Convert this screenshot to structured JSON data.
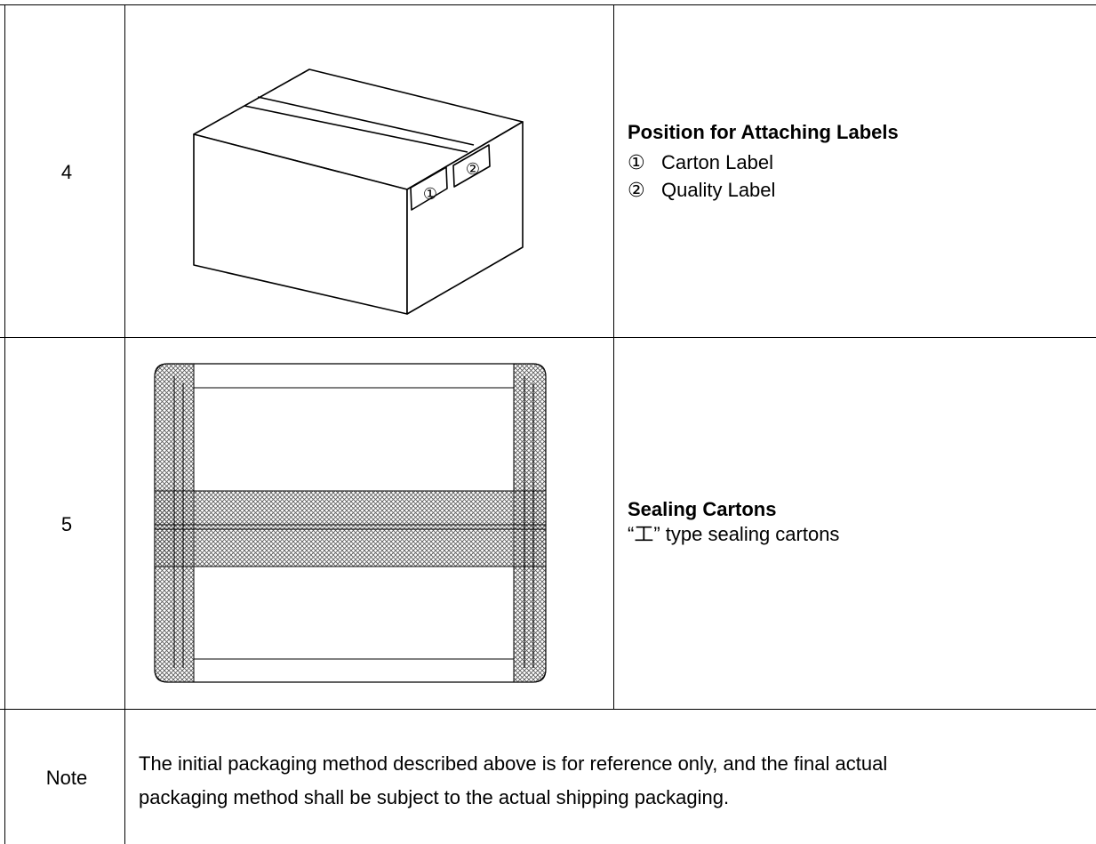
{
  "rows": [
    {
      "number": "4",
      "title": "Position for Attaching Labels",
      "items": [
        {
          "mark": "①",
          "label": "Carton Label"
        },
        {
          "mark": "②",
          "label": "Quality Label"
        }
      ],
      "figure_marks": [
        "①",
        "②"
      ]
    },
    {
      "number": "5",
      "title": "Sealing Cartons",
      "description": "“工” type sealing cartons"
    }
  ],
  "note": {
    "label": "Note",
    "text_line1": "The initial packaging method described above is for reference only, and the final actual",
    "text_line2": "packaging method shall be subject to the actual shipping packaging."
  }
}
